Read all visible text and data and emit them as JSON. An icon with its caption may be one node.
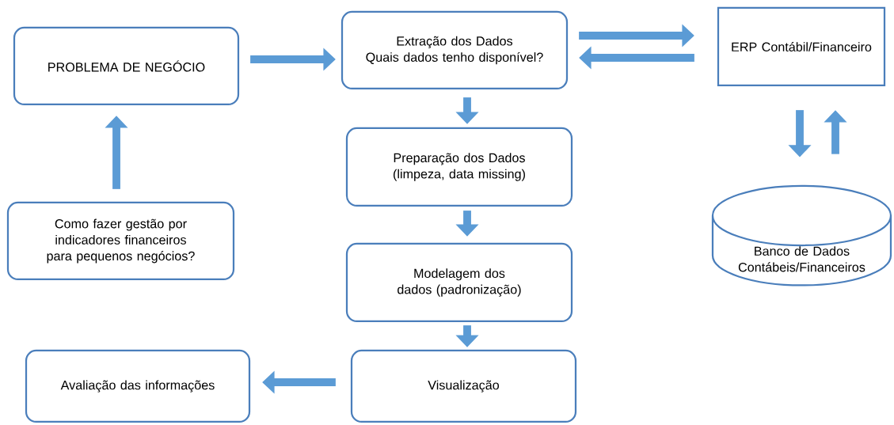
{
  "diagram": {
    "nodes": [
      {
        "text": [
          "PROBLEMA DE NEGÓCIO"
        ]
      },
      {
        "text": [
          "Extração dos Dados",
          "Quais dados tenho disponível?"
        ]
      },
      {
        "text": [
          "ERP Contábil/Financeiro"
        ]
      },
      {
        "text": [
          "Preparação dos Dados (limpeza, data missing)"
        ]
      },
      {
        "text": [
          "Como fazer gestão por indicadores financeiros para pequenos negócios?"
        ]
      },
      {
        "text": [
          "Modelagem dos dados (padronização)"
        ]
      },
      {
        "text": [
          "Banco de Dados Contábeis/Financeiros"
        ]
      },
      {
        "text": [
          "Avaliação das informações"
        ]
      },
      {
        "text": [
          "Visualização"
        ]
      }
    ],
    "edges": [
      {
        "from": 0,
        "to": 1,
        "arrow": "to"
      },
      {
        "from": 1,
        "to": 2,
        "arrow": "to"
      },
      {
        "from": 2,
        "to": 1,
        "arrow": "to"
      },
      {
        "from": 1,
        "to": 3,
        "arrow": "to"
      },
      {
        "from": 3,
        "to": 5,
        "arrow": "to"
      },
      {
        "from": 5,
        "to": 8,
        "arrow": "to"
      },
      {
        "from": 8,
        "to": 7,
        "arrow": "to"
      },
      {
        "from": 4,
        "to": 0,
        "arrow": "to"
      },
      {
        "from": 2,
        "to": 6,
        "arrow": "to"
      },
      {
        "from": 6,
        "to": 2,
        "arrow": "to"
      }
    ]
  }
}
